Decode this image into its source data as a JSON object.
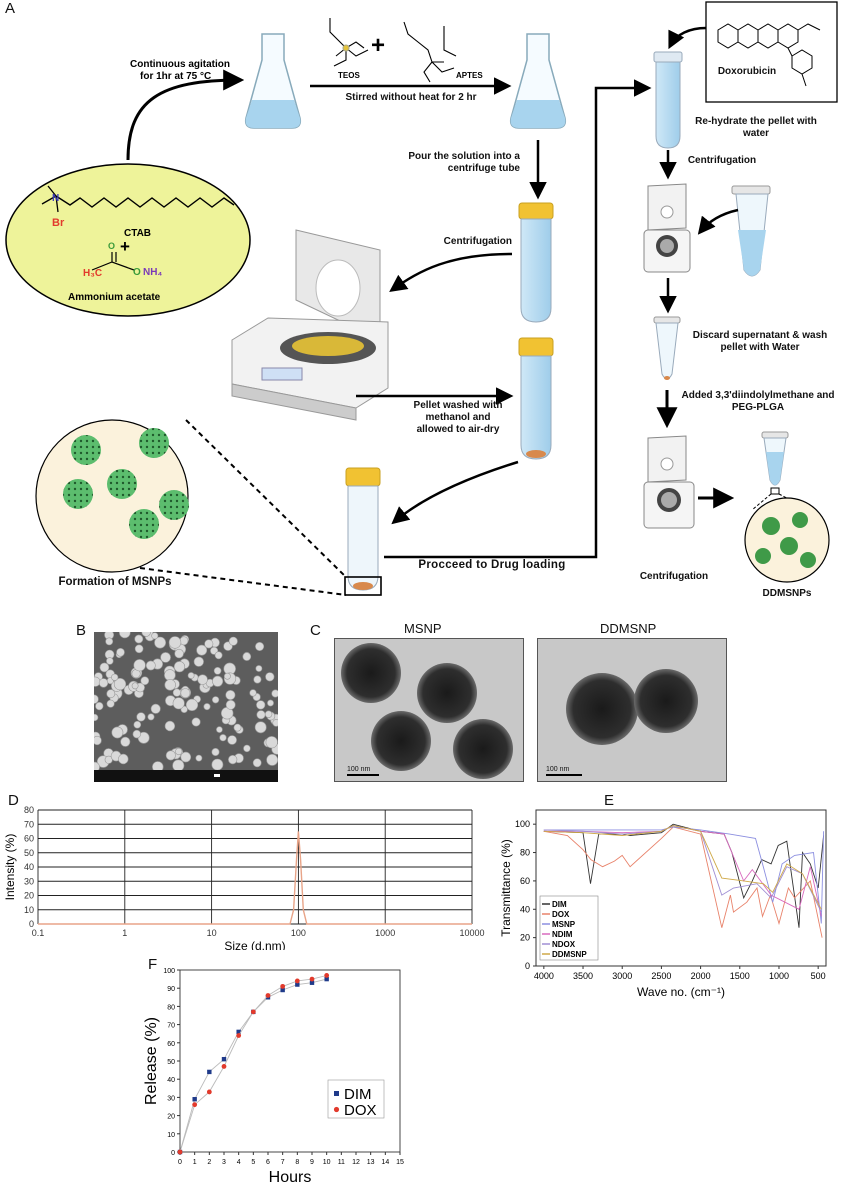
{
  "panels": {
    "a": "A",
    "b": "B",
    "c": "C",
    "d": "D",
    "e": "E",
    "f": "F"
  },
  "colors": {
    "flask_liquid": "#a8d4ee",
    "tube_cap": "#f1c232",
    "nanoparticle": "#5cbd6e",
    "oval_fill": "#eef39a",
    "circle_fill": "#fbf2dc",
    "dim_color": "#1f3a8a",
    "dox_color": "#e23a2c"
  },
  "scheme": {
    "ctab": "CTAB",
    "plus": "+",
    "ammonium_acetate": "Ammonium acetate",
    "br": "Br",
    "n_label": "N",
    "teos": "TEOS",
    "aptes": "APTES",
    "step_agitation": "Continuous agitation for 1hr at 75 °C",
    "step_stirred": "Stirred without heat for 2 hr",
    "step_pour": "Pour the solution into a centrifuge tube",
    "step_centrifugation": "Centrifugation",
    "step_pellet": "Pellet washed with methanol and allowed to air-dry",
    "step_proceed": "Procceed to Drug loading",
    "formation": "Formation of MSNPs",
    "doxorubicin": "Doxorubicin",
    "step_rehydrate": "Re-hydrate the pellet with water",
    "step_centrifugation2": "Centrifugation",
    "step_discard": "Discard supernatant & wash pellet with Water",
    "step_added": "Added 3,3'diindolylmethane and PEG-PLGA",
    "step_centrifugation3": "Centrifugation",
    "ddmsnps": "DDMSNPs"
  },
  "tem": {
    "msnp_title": "MSNP",
    "ddmsnp_title": "DDMSNP",
    "scale": "100 nm"
  },
  "chart_data": [
    {
      "panel": "D",
      "type": "line",
      "xlabel": "Size (d.nm)",
      "ylabel": "Intensity (%)",
      "xscale": "log",
      "xlim": [
        0.1,
        10000
      ],
      "ylim": [
        0,
        80
      ],
      "xticks": [
        "0.1",
        "1",
        "10",
        "100",
        "1000",
        "10000"
      ],
      "yticks": [
        "0",
        "10",
        "20",
        "30",
        "40",
        "50",
        "60",
        "70",
        "80"
      ],
      "grid": true,
      "series": [
        {
          "color": "#e8a488",
          "x": [
            0.1,
            80,
            88,
            95,
            100,
            106,
            114,
            125,
            10000
          ],
          "y": [
            0,
            0,
            10,
            45,
            65,
            45,
            10,
            0,
            0
          ]
        }
      ]
    },
    {
      "panel": "E",
      "type": "line",
      "xlabel": "Wave no. (cm⁻¹)",
      "ylabel": "Transmittance (%)",
      "xlim": [
        4100,
        400
      ],
      "ylim": [
        0,
        110
      ],
      "xticks": [
        "4000",
        "3500",
        "3000",
        "2500",
        "2000",
        "1500",
        "1000",
        "500"
      ],
      "yticks": [
        "0",
        "20",
        "40",
        "60",
        "80",
        "100"
      ],
      "legend_position": "bottom-left",
      "series": [
        {
          "name": "DIM",
          "color": "#333333",
          "x": [
            4000,
            3500,
            3405,
            3300,
            3000,
            2900,
            2500,
            2350,
            2000,
            1700,
            1600,
            1450,
            1340,
            1220,
            1100,
            1010,
            900,
            745,
            700,
            600,
            500,
            430
          ],
          "y": [
            95,
            94,
            58,
            93,
            93,
            92,
            94,
            100,
            95,
            93,
            80,
            48,
            60,
            75,
            72,
            85,
            88,
            27,
            80,
            72,
            55,
            92
          ]
        },
        {
          "name": "DOX",
          "color": "#e8826a",
          "x": [
            4000,
            3700,
            3500,
            3400,
            3250,
            3100,
            3000,
            2900,
            2500,
            2350,
            2000,
            1730,
            1620,
            1580,
            1410,
            1280,
            1210,
            1110,
            1000,
            880,
            800,
            600,
            450
          ],
          "y": [
            95,
            92,
            82,
            75,
            70,
            74,
            78,
            70,
            90,
            98,
            93,
            27,
            50,
            38,
            45,
            55,
            35,
            50,
            30,
            55,
            48,
            60,
            20
          ]
        },
        {
          "name": "MSNP",
          "color": "#8c8fe0",
          "x": [
            4000,
            3500,
            3000,
            2500,
            2350,
            2000,
            1630,
            1300,
            1200,
            1080,
            960,
            800,
            560,
            460,
            430
          ],
          "y": [
            96,
            96,
            96,
            96,
            98,
            96,
            93,
            90,
            70,
            45,
            72,
            78,
            80,
            30,
            95
          ]
        },
        {
          "name": "NDIM",
          "color": "#d86abf",
          "x": [
            4000,
            3500,
            3000,
            2500,
            2350,
            2000,
            1700,
            1450,
            1340,
            1100,
            745,
            600,
            460
          ],
          "y": [
            95,
            95,
            94,
            95,
            99,
            95,
            93,
            60,
            68,
            50,
            40,
            70,
            35
          ]
        },
        {
          "name": "NDOX",
          "color": "#a08fd4",
          "x": [
            4000,
            3500,
            3000,
            2500,
            2350,
            2000,
            1730,
            1580,
            1280,
            1100,
            900,
            700,
            460
          ],
          "y": [
            96,
            95,
            93,
            95,
            99,
            95,
            50,
            55,
            58,
            48,
            70,
            65,
            38
          ]
        },
        {
          "name": "DDMSNP",
          "color": "#cfa948",
          "x": [
            4000,
            3500,
            3000,
            2500,
            2350,
            2000,
            1730,
            1450,
            1200,
            1080,
            900,
            700,
            460
          ],
          "y": [
            95,
            94,
            92,
            95,
            99,
            95,
            62,
            60,
            58,
            52,
            72,
            65,
            40
          ]
        }
      ]
    },
    {
      "panel": "F",
      "type": "scatter",
      "xlabel": "Hours",
      "ylabel": "Release (%)",
      "xlim": [
        0,
        15
      ],
      "ylim": [
        0,
        100
      ],
      "xticks": [
        "0",
        "1",
        "2",
        "3",
        "4",
        "5",
        "6",
        "7",
        "8",
        "9",
        "10",
        "11",
        "12",
        "13",
        "14",
        "15"
      ],
      "yticks": [
        "0",
        "10",
        "20",
        "30",
        "40",
        "50",
        "60",
        "70",
        "80",
        "90",
        "100"
      ],
      "legend_position": "right",
      "series": [
        {
          "name": "DIM",
          "color": "#1f3a8a",
          "marker": "square",
          "x": [
            0,
            1,
            2,
            3,
            4,
            5,
            6,
            7,
            8,
            9,
            10
          ],
          "y": [
            0,
            29,
            44,
            51,
            66,
            77,
            85,
            89,
            92,
            93,
            95
          ]
        },
        {
          "name": "DOX",
          "color": "#e23a2c",
          "marker": "circle",
          "x": [
            0,
            1,
            2,
            3,
            4,
            5,
            6,
            7,
            8,
            9,
            10
          ],
          "y": [
            0,
            26,
            33,
            47,
            64,
            77,
            86,
            91,
            94,
            95,
            97
          ]
        }
      ]
    }
  ]
}
